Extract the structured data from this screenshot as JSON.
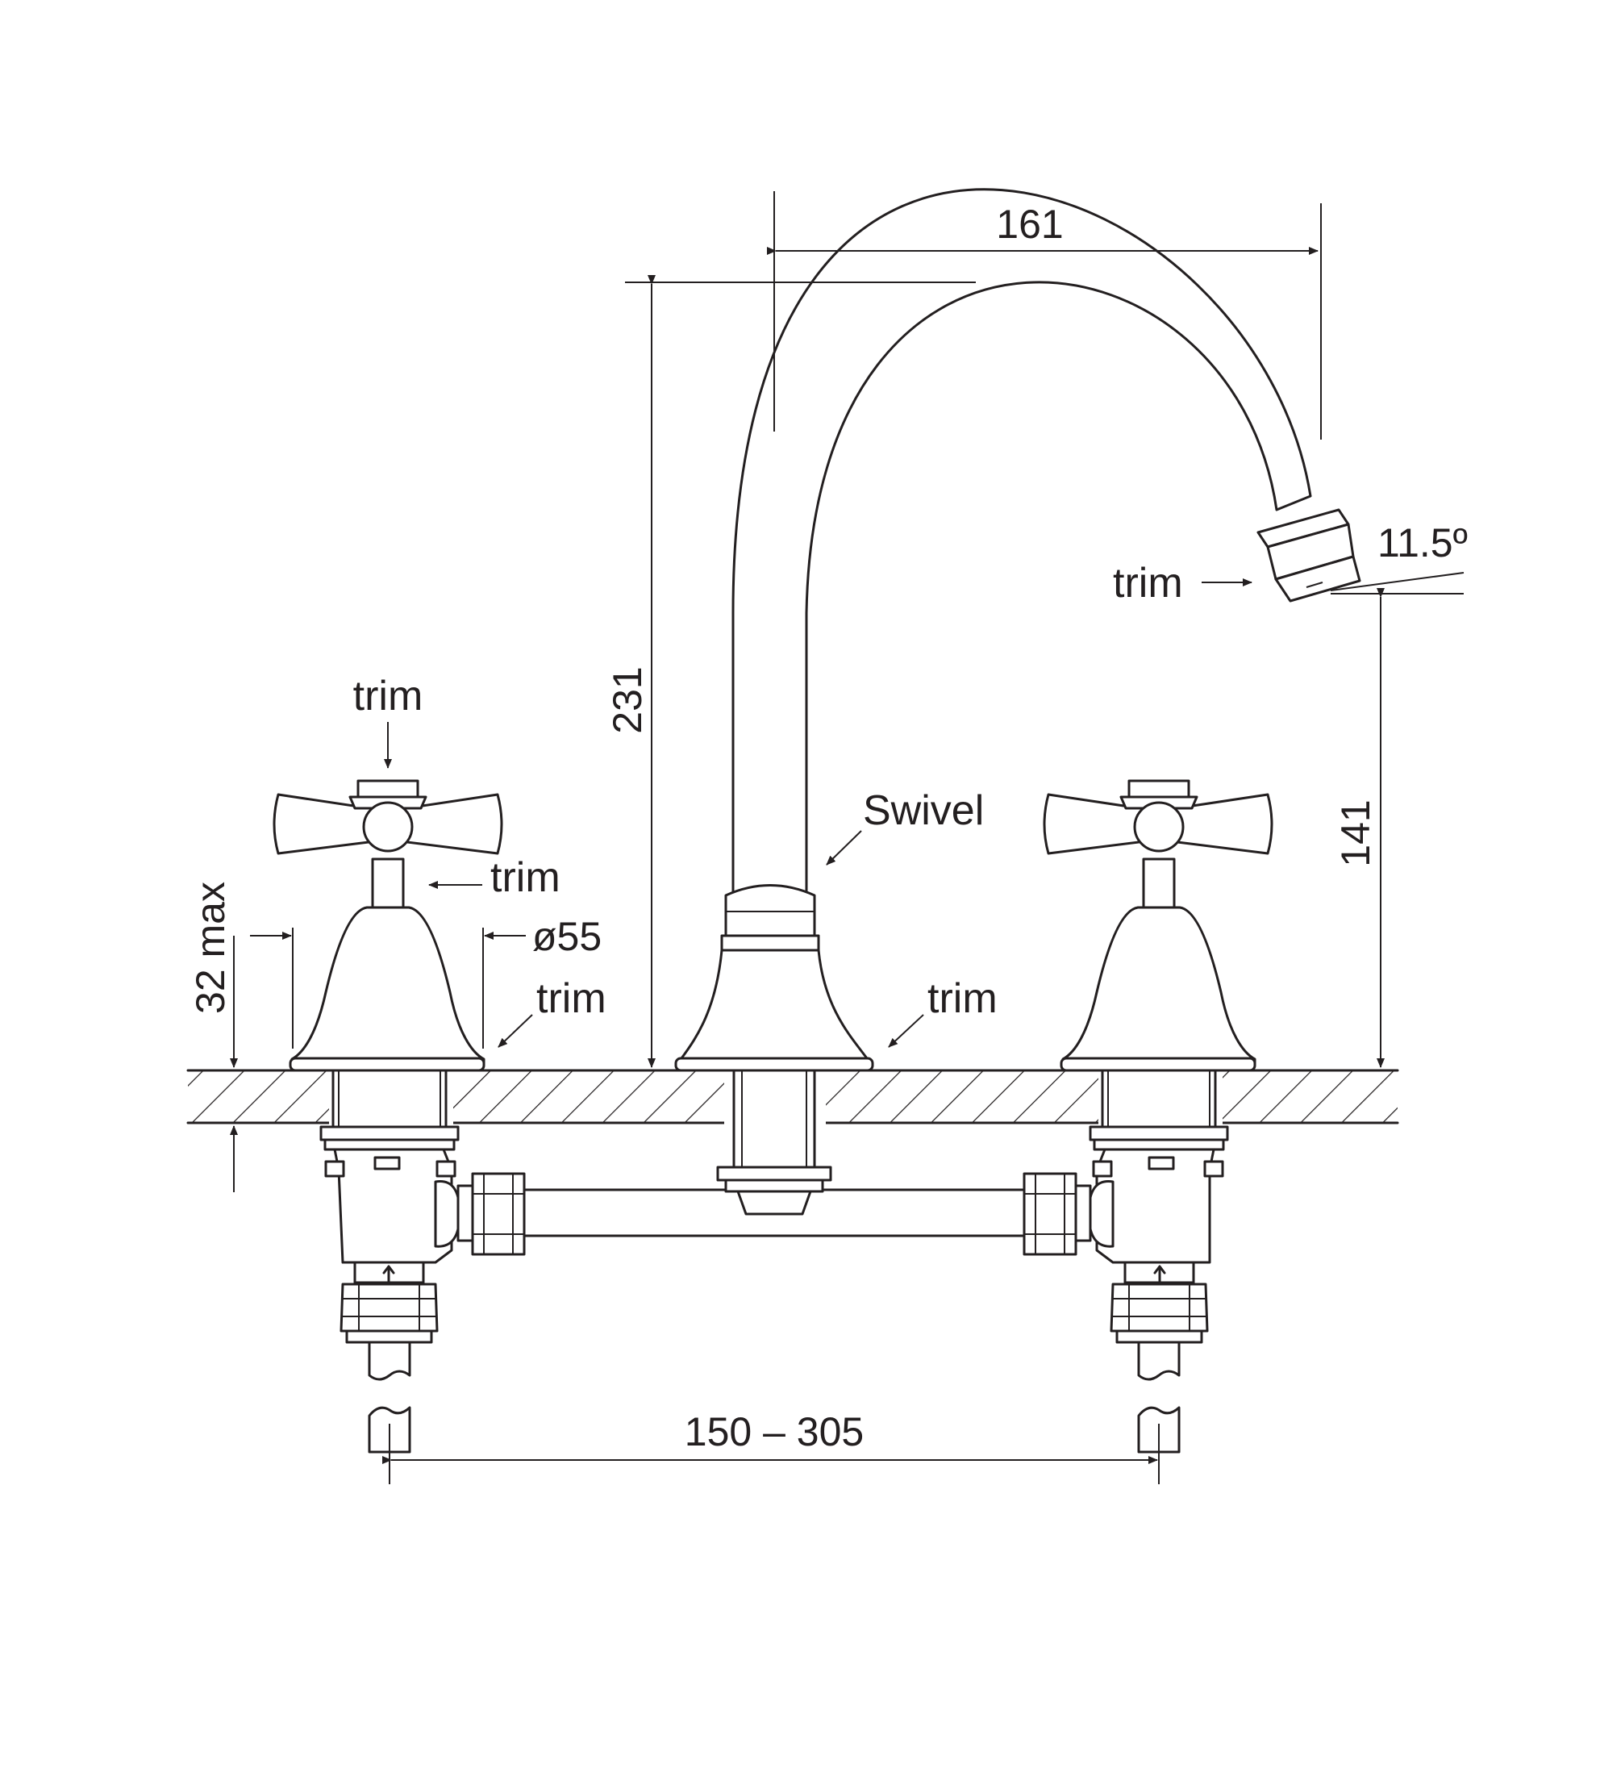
{
  "labels": {
    "dim_spout_reach": "161",
    "dim_overall_height": "231",
    "dim_spout_height": "141",
    "dim_spout_angle": "11.5º",
    "dim_max_thickness": "32 max",
    "dim_base_diameter": "ø55",
    "dim_centres": "150 – 305",
    "callout_swivel": "Swivel",
    "callout_trim_handle": "trim",
    "callout_trim_stem": "trim",
    "callout_trim_left_base": "trim",
    "callout_trim_spout_base": "trim",
    "callout_trim_outlet": "trim"
  },
  "colors": {
    "line": "#231f20",
    "background": "#ffffff"
  }
}
